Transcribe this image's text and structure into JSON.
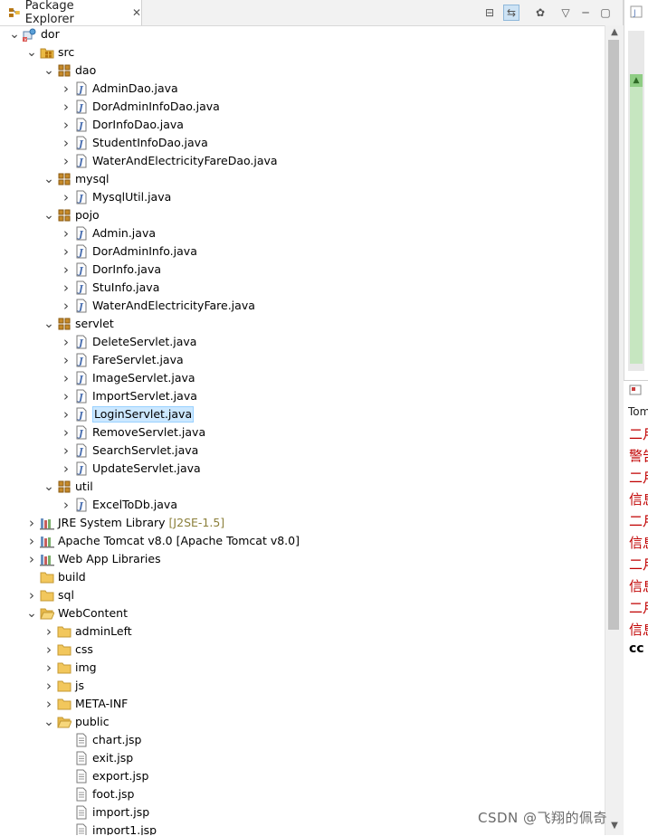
{
  "view": {
    "title": "Package Explorer",
    "close_glyph": "✕",
    "toolbar": [
      {
        "name": "collapse-all-icon",
        "glyph": "⊟"
      },
      {
        "name": "link-with-editor-icon",
        "glyph": "⇆"
      },
      {
        "name": "focus-icon",
        "glyph": "✿"
      },
      {
        "name": "view-menu-icon",
        "glyph": "▽"
      },
      {
        "name": "minimize-icon",
        "glyph": "─"
      },
      {
        "name": "maximize-icon",
        "glyph": "▢"
      }
    ]
  },
  "tree": [
    {
      "label": "dor",
      "icon": "project",
      "depth": 0,
      "state": "expanded"
    },
    {
      "label": "src",
      "icon": "srcfolder",
      "depth": 1,
      "state": "expanded"
    },
    {
      "label": "dao",
      "icon": "package",
      "depth": 2,
      "state": "expanded"
    },
    {
      "label": "AdminDao.java",
      "icon": "java",
      "depth": 3,
      "state": "collapsed"
    },
    {
      "label": "DorAdminInfoDao.java",
      "icon": "java",
      "depth": 3,
      "state": "collapsed"
    },
    {
      "label": "DorInfoDao.java",
      "icon": "java",
      "depth": 3,
      "state": "collapsed"
    },
    {
      "label": "StudentInfoDao.java",
      "icon": "java",
      "depth": 3,
      "state": "collapsed"
    },
    {
      "label": "WaterAndElectricityFareDao.java",
      "icon": "java",
      "depth": 3,
      "state": "collapsed"
    },
    {
      "label": "mysql",
      "icon": "package",
      "depth": 2,
      "state": "expanded"
    },
    {
      "label": "MysqlUtil.java",
      "icon": "java",
      "depth": 3,
      "state": "collapsed"
    },
    {
      "label": "pojo",
      "icon": "package",
      "depth": 2,
      "state": "expanded"
    },
    {
      "label": "Admin.java",
      "icon": "java",
      "depth": 3,
      "state": "collapsed"
    },
    {
      "label": "DorAdminInfo.java",
      "icon": "java",
      "depth": 3,
      "state": "collapsed"
    },
    {
      "label": "DorInfo.java",
      "icon": "java",
      "depth": 3,
      "state": "collapsed"
    },
    {
      "label": "StuInfo.java",
      "icon": "java",
      "depth": 3,
      "state": "collapsed"
    },
    {
      "label": "WaterAndElectricityFare.java",
      "icon": "java",
      "depth": 3,
      "state": "collapsed"
    },
    {
      "label": "servlet",
      "icon": "package",
      "depth": 2,
      "state": "expanded"
    },
    {
      "label": "DeleteServlet.java",
      "icon": "java",
      "depth": 3,
      "state": "collapsed"
    },
    {
      "label": "FareServlet.java",
      "icon": "java",
      "depth": 3,
      "state": "collapsed"
    },
    {
      "label": "ImageServlet.java",
      "icon": "java",
      "depth": 3,
      "state": "collapsed"
    },
    {
      "label": "ImportServlet.java",
      "icon": "java",
      "depth": 3,
      "state": "collapsed"
    },
    {
      "label": "LoginServlet.java",
      "icon": "java",
      "depth": 3,
      "state": "collapsed",
      "selected": true
    },
    {
      "label": "RemoveServlet.java",
      "icon": "java",
      "depth": 3,
      "state": "collapsed"
    },
    {
      "label": "SearchServlet.java",
      "icon": "java",
      "depth": 3,
      "state": "collapsed"
    },
    {
      "label": "UpdateServlet.java",
      "icon": "java",
      "depth": 3,
      "state": "collapsed"
    },
    {
      "label": "util",
      "icon": "package",
      "depth": 2,
      "state": "expanded"
    },
    {
      "label": "ExcelToDb.java",
      "icon": "java",
      "depth": 3,
      "state": "collapsed"
    },
    {
      "label": "JRE System Library",
      "decoration": "[J2SE-1.5]",
      "icon": "library",
      "depth": 1,
      "state": "collapsed"
    },
    {
      "label": "Apache Tomcat v8.0 [Apache Tomcat v8.0]",
      "icon": "library",
      "depth": 1,
      "state": "collapsed"
    },
    {
      "label": "Web App Libraries",
      "icon": "library",
      "depth": 1,
      "state": "collapsed"
    },
    {
      "label": "build",
      "icon": "folder",
      "depth": 1,
      "state": "none"
    },
    {
      "label": "sql",
      "icon": "folder",
      "depth": 1,
      "state": "collapsed"
    },
    {
      "label": "WebContent",
      "icon": "folder-open",
      "depth": 1,
      "state": "expanded"
    },
    {
      "label": "adminLeft",
      "icon": "folder",
      "depth": 2,
      "state": "collapsed"
    },
    {
      "label": "css",
      "icon": "folder",
      "depth": 2,
      "state": "collapsed"
    },
    {
      "label": "img",
      "icon": "folder",
      "depth": 2,
      "state": "collapsed"
    },
    {
      "label": "js",
      "icon": "folder",
      "depth": 2,
      "state": "collapsed"
    },
    {
      "label": "META-INF",
      "icon": "folder",
      "depth": 2,
      "state": "collapsed"
    },
    {
      "label": "public",
      "icon": "folder-open",
      "depth": 2,
      "state": "expanded"
    },
    {
      "label": "chart.jsp",
      "icon": "jsp",
      "depth": 3,
      "state": "none"
    },
    {
      "label": "exit.jsp",
      "icon": "jsp",
      "depth": 3,
      "state": "none"
    },
    {
      "label": "export.jsp",
      "icon": "jsp",
      "depth": 3,
      "state": "none"
    },
    {
      "label": "foot.jsp",
      "icon": "jsp",
      "depth": 3,
      "state": "none"
    },
    {
      "label": "import.jsp",
      "icon": "jsp",
      "depth": 3,
      "state": "none"
    },
    {
      "label": "import1.jsp",
      "icon": "jsp",
      "depth": 3,
      "state": "none"
    }
  ],
  "console": {
    "title": "Tom",
    "lines": [
      {
        "text": "二月",
        "color": "#c00000"
      },
      {
        "text": "警告",
        "color": "#c00000"
      },
      {
        "text": "二月",
        "color": "#c00000"
      },
      {
        "text": "信息",
        "color": "#c00000"
      },
      {
        "text": "二月",
        "color": "#c00000"
      },
      {
        "text": "信息",
        "color": "#c00000"
      },
      {
        "text": "二月",
        "color": "#c00000"
      },
      {
        "text": "信息",
        "color": "#c00000"
      },
      {
        "text": "二月",
        "color": "#c00000"
      },
      {
        "text": "信息",
        "color": "#c00000"
      },
      {
        "text": "cc",
        "color": "#000000"
      }
    ]
  },
  "watermark": "CSDN @飞翔的佩奇",
  "colors": {
    "selection_bg": "#cce8ff",
    "package_icon": "#b5740f",
    "folder_icon": "#e9b943",
    "console_error": "#c00000"
  }
}
